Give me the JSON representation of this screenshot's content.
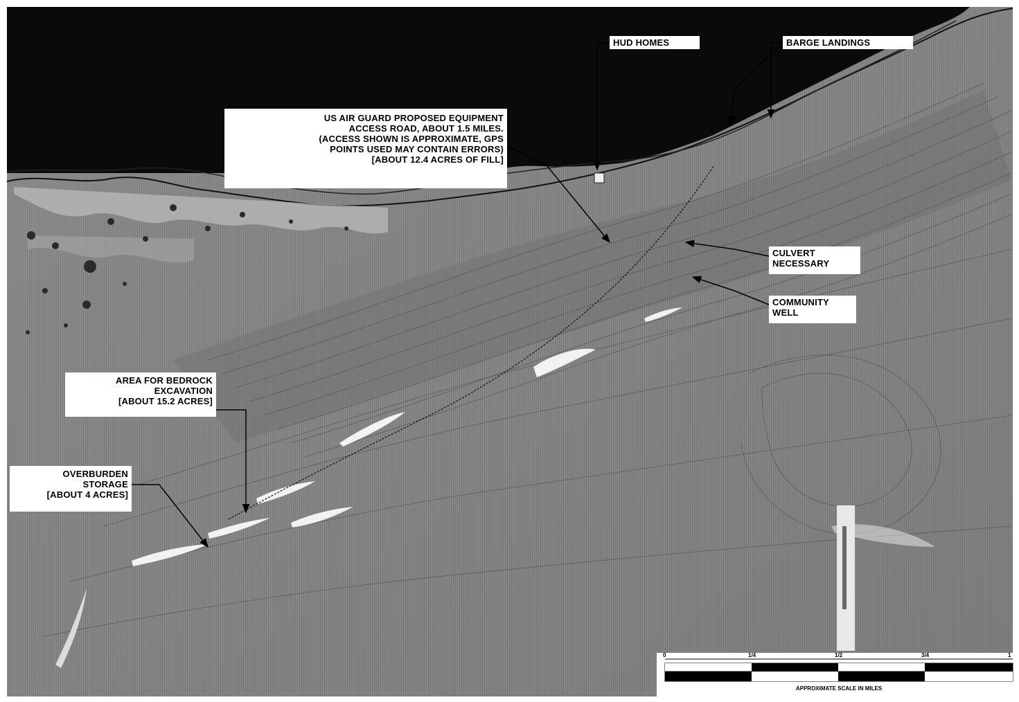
{
  "labels": {
    "hud_homes": "HUD HOMES",
    "barge_landings": "BARGE LANDINGS",
    "access_road": [
      "US AIR GUARD PROPOSED EQUIPMENT",
      "ACCESS ROAD, ABOUT 1.5 MILES.",
      "(ACCESS SHOWN IS APPROXIMATE, GPS",
      "POINTS USED MAY CONTAIN ERRORS)",
      "[ABOUT 12.4 ACRES OF FILL]"
    ],
    "culvert": [
      "CULVERT",
      "NECESSARY"
    ],
    "community_well": [
      "COMMUNITY",
      "WELL"
    ],
    "bedrock": [
      "AREA FOR BEDROCK",
      "EXCAVATION",
      "[ABOUT 15.2 ACRES]"
    ],
    "overburden": [
      "OVERBURDEN",
      "STORAGE",
      "[ABOUT 4 ACRES]"
    ]
  },
  "scale_bar": {
    "ticks": [
      "0",
      "1/4",
      "1/2",
      "3/4",
      "1"
    ],
    "caption": "APPROXIMATE SCALE IN MILES"
  },
  "colors": {
    "water": "#0a0a0a",
    "land": "#8c8c8c",
    "label_bg": "#ffffff",
    "leader": "#000000"
  }
}
